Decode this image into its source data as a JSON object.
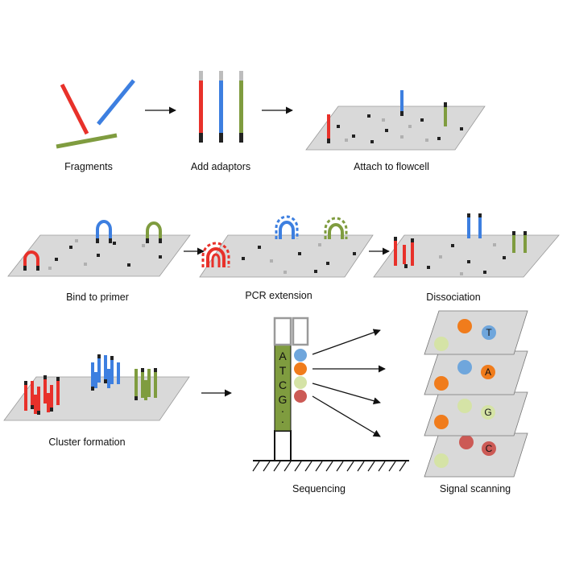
{
  "labels": {
    "fragments": "Fragments",
    "add_adaptors": "Add adaptors",
    "attach_flowcell": "Attach to flowcell",
    "bind_primer": "Bind to primer",
    "pcr_extension": "PCR extension",
    "dissociation": "Dissociation",
    "cluster_formation": "Cluster formation",
    "sequencing": "Sequencing",
    "signal_scanning": "Signal scanning"
  },
  "sequencing_bases": [
    "A",
    "T",
    "C",
    "G"
  ],
  "sequencing_dots": [
    "·",
    "·"
  ],
  "scan_letters": [
    "T",
    "A",
    "G",
    "C"
  ],
  "colors": {
    "red": "#e8312a",
    "blue": "#3d7fe0",
    "green": "#7f9c3f",
    "orange": "#f07c1c",
    "light_blue": "#6fa6dc",
    "pale_green": "#d5e3a6",
    "rose": "#cc5a55",
    "plate": "#d9d9d9",
    "plate_edge": "#9a9a9a"
  }
}
